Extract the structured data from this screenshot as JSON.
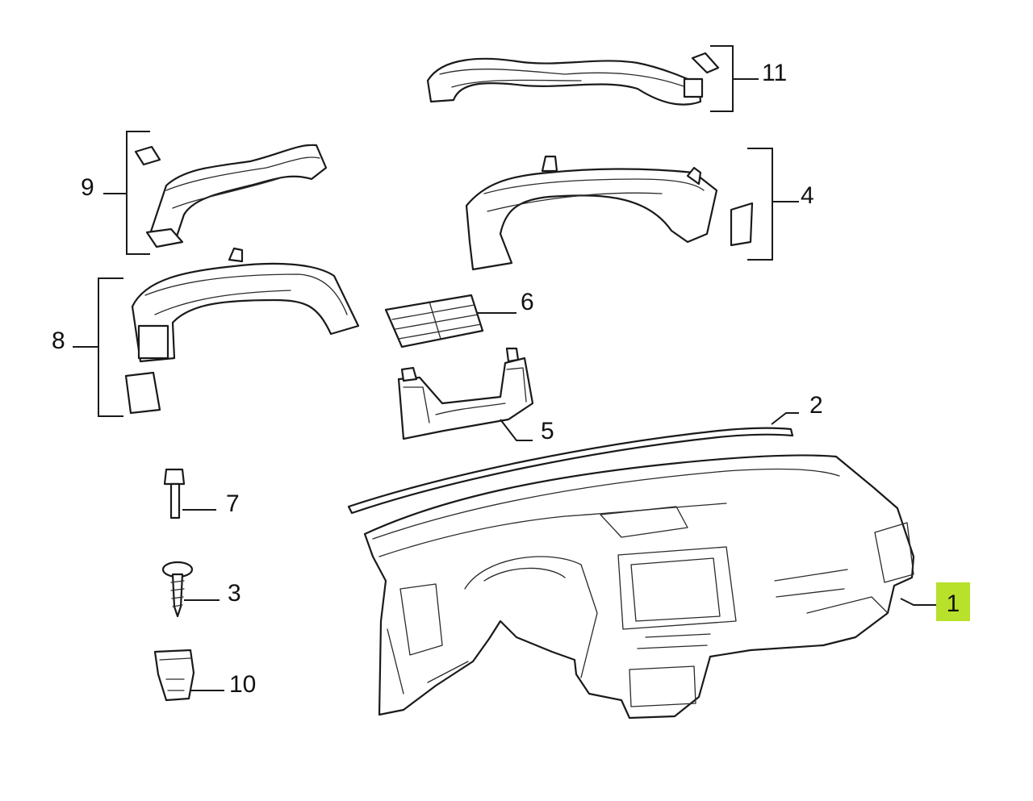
{
  "callouts": {
    "c1": "1",
    "c2": "2",
    "c3": "3",
    "c4": "4",
    "c5": "5",
    "c6": "6",
    "c7": "7",
    "c8": "8",
    "c9": "9",
    "c10": "10",
    "c11": "11"
  },
  "highlight": {
    "part": "1",
    "color": "#b7e12b"
  },
  "colors": {
    "line": "#1a1a1a",
    "background": "#ffffff"
  }
}
